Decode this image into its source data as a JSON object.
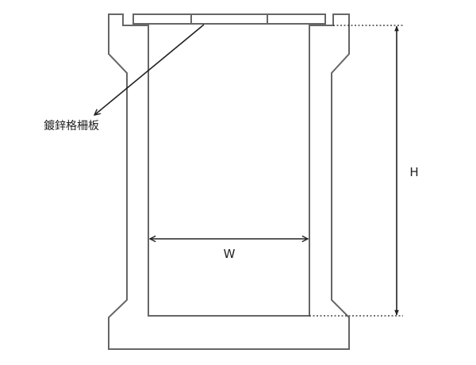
{
  "labels": {
    "grating": "鍍鋅格柵板",
    "width": "W",
    "height": "H"
  },
  "colors": {
    "outline": "#666666",
    "dimension": "#222222",
    "background": "#ffffff"
  }
}
